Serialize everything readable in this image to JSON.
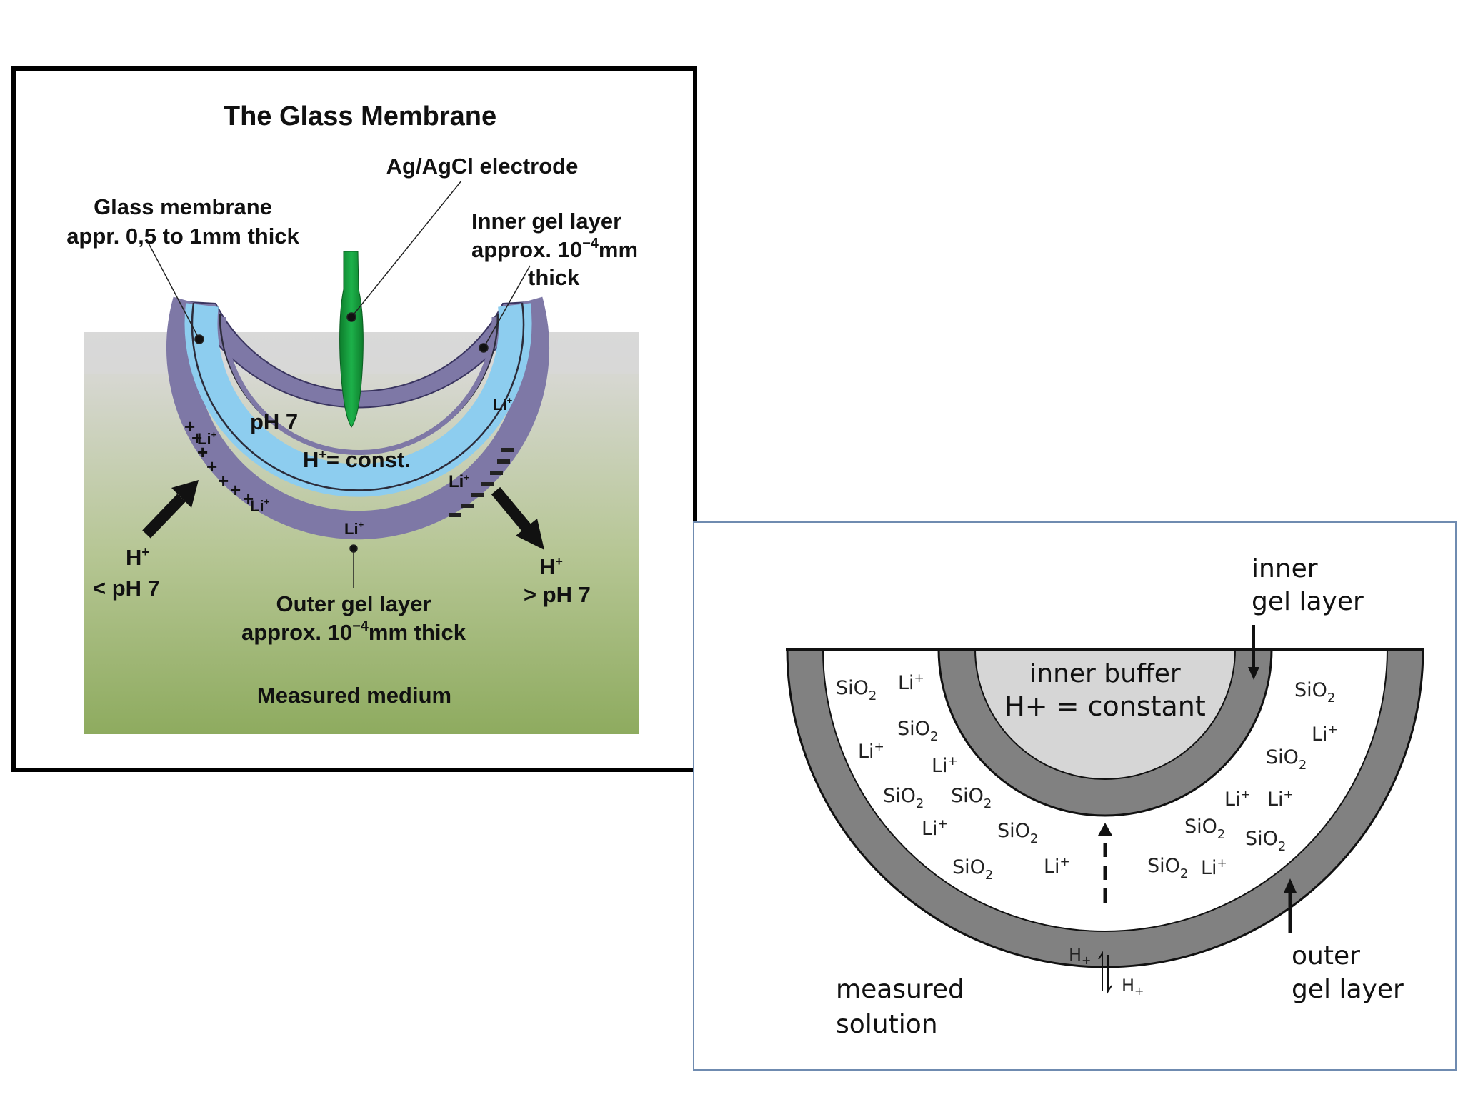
{
  "left_diagram": {
    "title": "The Glass Membrane",
    "electrode_label": "Ag/AgCl electrode",
    "glass_membrane_line1": "Glass membrane",
    "glass_membrane_line2": "appr. 0,5 to 1mm thick",
    "inner_gel_line1": "Inner gel layer",
    "inner_gel_line2_pre": "approx. 10",
    "inner_gel_exp": "−4",
    "inner_gel_line2_post": "mm",
    "inner_gel_line3": "thick",
    "ph7_label": "pH 7",
    "h_const_h": "H",
    "h_const_sup": "+",
    "h_const_rest": "= const.",
    "li_label": "Li",
    "li_sup": "+",
    "h_in_line1": "H",
    "h_in_sup": "+",
    "h_in_line2": "< pH 7",
    "h_out_line1": "H",
    "h_out_sup": "+",
    "h_out_line2": "> pH 7",
    "outer_gel_line1": "Outer gel layer",
    "outer_gel_line2_pre": "approx. 10",
    "outer_gel_exp": "−4",
    "outer_gel_line2_post": "mm thick",
    "medium_label": "Measured medium",
    "plus_sign": "+",
    "colors": {
      "membrane_purple": "#7e78a6",
      "gel_blue": "#8dcdef",
      "electrode_green": "#169c3c",
      "medium_top": "#dcdcdc",
      "medium_bottom": "#90ad62"
    }
  },
  "right_diagram": {
    "inner_gel_line1": "inner",
    "inner_gel_line2": "gel layer",
    "inner_buffer_line1": "inner buffer",
    "inner_buffer_line2": "H+ = constant",
    "outer_gel_line1": "outer",
    "outer_gel_line2": "gel layer",
    "measured_line1": "measured",
    "measured_line2": "solution",
    "sio_label": "SiO",
    "sio_sub": "2",
    "li_label": "Li",
    "li_sup": "+",
    "h_label": "H",
    "h_sub": "+",
    "colors": {
      "gel_gray": "#818181",
      "buffer_gray": "#d6d6d6",
      "frame_blue": "#6f8bb0"
    }
  }
}
